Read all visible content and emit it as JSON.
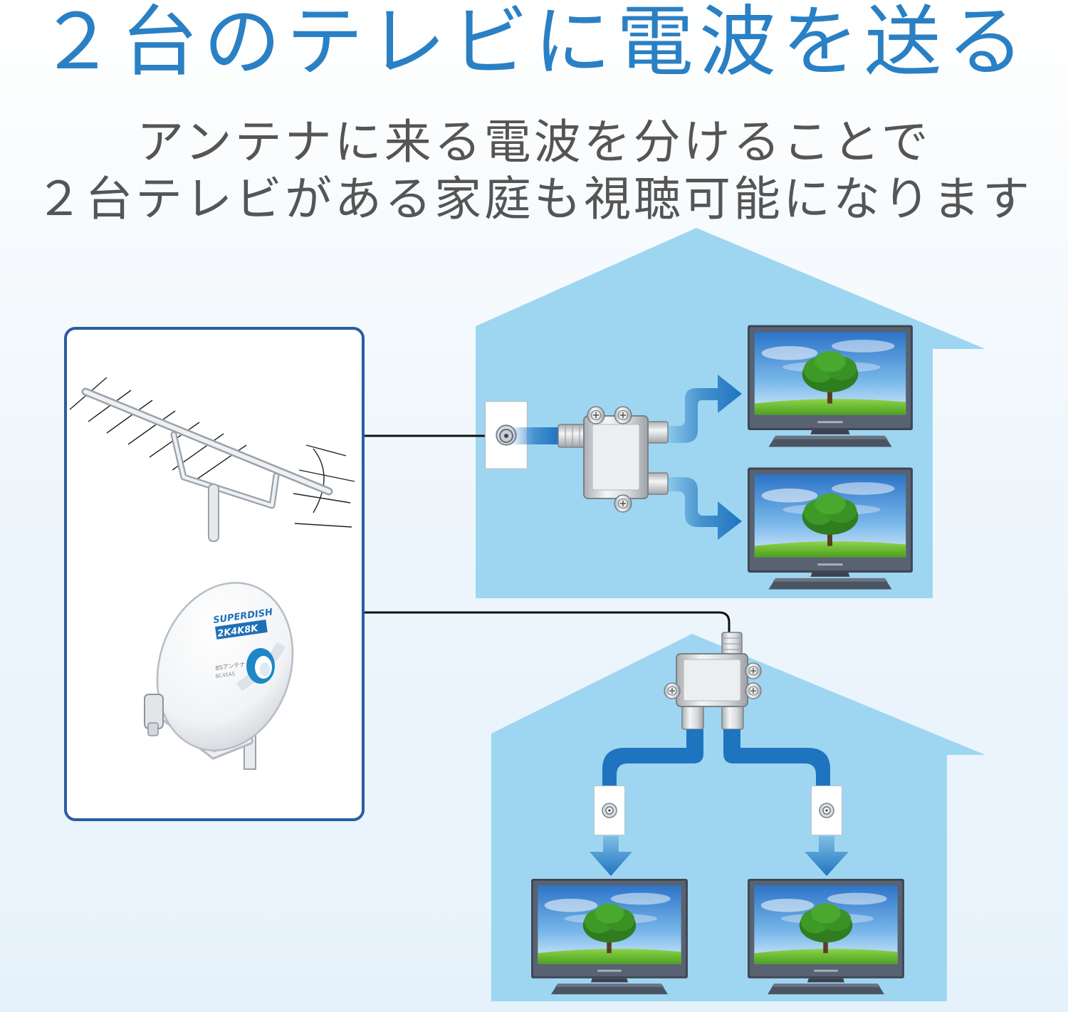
{
  "title": "２台のテレビに電波を送る",
  "subtitle_line1": "アンテナに来る電波を分けることで",
  "subtitle_line2": "２台テレビがある家庭も視聴可能になります",
  "dish": {
    "brand_top": "SUPERDISH",
    "brand_bottom": "2K4K8K",
    "label_1": "BSアンテナ",
    "label_2": "BC45AS"
  },
  "colors": {
    "title": "#2a80c4",
    "house": "#9ed6f1",
    "arrow": "#1f74c0",
    "frame": "#2a5ca2"
  }
}
